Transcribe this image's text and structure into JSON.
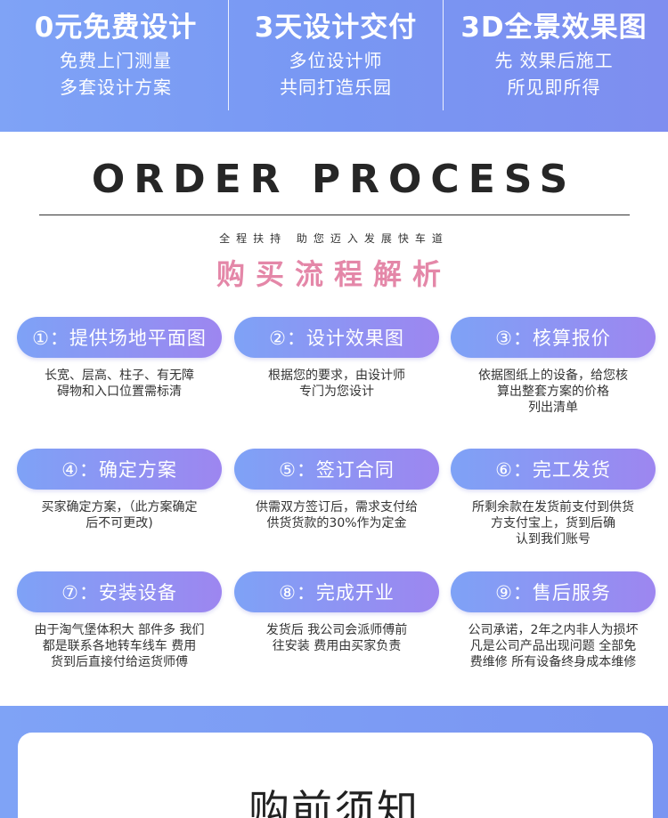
{
  "banner": [
    {
      "title": "0元免费设计",
      "line1": "免费上门测量",
      "line2": "多套设计方案"
    },
    {
      "title": "3天设计交付",
      "line1": "多位设计师",
      "line2": "共同打造乐园"
    },
    {
      "title": "3D全景效果图",
      "line1": "先 效果后施工",
      "line2": "所见即所得"
    }
  ],
  "heading": {
    "title": "ORDER PROCESS",
    "tagline": "全程扶持  助您迈入发展快车道",
    "subtitle": "购买流程解析"
  },
  "steps": [
    {
      "label": "①：提供场地平面图",
      "desc": [
        "长宽、层高、柱子、有无障",
        "碍物和入口位置需标清"
      ]
    },
    {
      "label": "②：设计效果图",
      "desc": [
        "根据您的要求，由设计师",
        "专门为您设计"
      ]
    },
    {
      "label": "③：核算报价",
      "desc": [
        "依据图纸上的设备，给您核",
        "算出整套方案的价格",
        "列出清单"
      ]
    },
    {
      "label": "④：确定方案",
      "desc": [
        "买家确定方案，（此方案确定",
        "后不可更改)"
      ]
    },
    {
      "label": "⑤：签订合同",
      "desc": [
        "供需双方签订后，需求支付给",
        "供货货款的30%作为定金"
      ]
    },
    {
      "label": "⑥：完工发货",
      "desc": [
        "所剩余款在发货前支付到供货",
        "方支付宝上，货到后确",
        "认到我们账号"
      ]
    },
    {
      "label": "⑦：安装设备",
      "desc": [
        "由于淘气堡体积大 部件多 我们",
        "都是联系各地转车线车 费用",
        "货到后直接付给运货师傅"
      ]
    },
    {
      "label": "⑧：完成开业",
      "desc": [
        "发货后 我公司会派师傅前",
        "往安装 费用由买家负责"
      ]
    },
    {
      "label": "⑨：售后服务",
      "desc": [
        "公司承诺，2年之内非人为损坏",
        "凡是公司产品出现问题 全部免",
        "费维修 所有设备终身成本维修"
      ]
    }
  ],
  "notice": {
    "title": "购前须知"
  }
}
